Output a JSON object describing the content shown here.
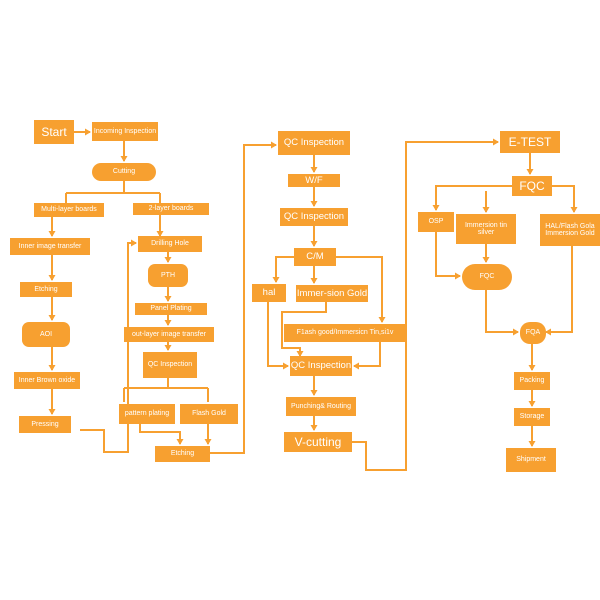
{
  "steps": {
    "start": "Start",
    "incoming_inspection": "Incoming Inspection",
    "cutting": "Cutting",
    "multi_layer_boards": "Multi-layer boards",
    "two_layer_boards": "2-layer boards",
    "inner_image_transfer": "Inner image transfer",
    "drilling_hole": "Drilling Hole",
    "etching_1": "Etching",
    "pth": "PTH",
    "panel_plating": "Panel Plating",
    "aoi": "AOI",
    "out_layer_image_transfer": "out-layer image transfer",
    "qc_inspection_1": "QC Inspection",
    "inner_brown_oxide": "Inner Brown oxide",
    "pattern_plating": "pattern plating",
    "flash_gold": "Flash Gold",
    "pressing": "Pressing",
    "etching_2": "Etching",
    "qc_inspection_2": "QC Inspection",
    "wf": "W/F",
    "qc_inspection_3": "QC Inspection",
    "cm": "C/M",
    "hal": "hal",
    "immersion_gold": "Immer-sion Gold",
    "flash_good_immersion_tin": "F1ash good/Immersicn Tin,si1v",
    "qc_inspection_4": "QC Inspection",
    "punching_routing": "Punching& Routing",
    "v_cutting": "V-cutting",
    "e_test": "E-TEST",
    "fqc_1": "FQC",
    "osp": "OSP",
    "immersion_tin_silver": "Immersion tin silver",
    "hal_flash_gold": "HAL/Flash Gola Immersion Gold",
    "fqc_2": "FQC",
    "fqa": "FQA",
    "packing": "Packing",
    "storage": "Storage",
    "shipment": "Shipment"
  },
  "colors": {
    "accent": "#f7a030",
    "text": "#ffffff"
  }
}
